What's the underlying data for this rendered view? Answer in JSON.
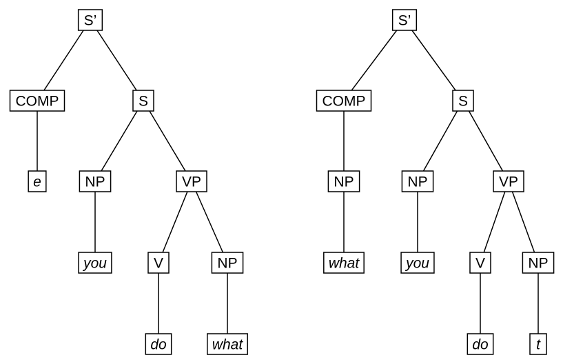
{
  "trees": [
    {
      "nodes": [
        {
          "id": "root",
          "label": "S’",
          "italic": false
        },
        {
          "id": "comp",
          "label": "COMP",
          "italic": false
        },
        {
          "id": "s",
          "label": "S",
          "italic": false
        },
        {
          "id": "e",
          "label": "e",
          "italic": true
        },
        {
          "id": "np-subj",
          "label": "NP",
          "italic": false
        },
        {
          "id": "vp",
          "label": "VP",
          "italic": false
        },
        {
          "id": "you",
          "label": "you",
          "italic": true
        },
        {
          "id": "v",
          "label": "V",
          "italic": false
        },
        {
          "id": "np-obj",
          "label": "NP",
          "italic": false
        },
        {
          "id": "do",
          "label": "do",
          "italic": true
        },
        {
          "id": "what",
          "label": "what",
          "italic": true
        }
      ],
      "edges": [
        [
          "root",
          "comp"
        ],
        [
          "root",
          "s"
        ],
        [
          "comp",
          "e"
        ],
        [
          "s",
          "np-subj"
        ],
        [
          "s",
          "vp"
        ],
        [
          "np-subj",
          "you"
        ],
        [
          "vp",
          "v"
        ],
        [
          "vp",
          "np-obj"
        ],
        [
          "v",
          "do"
        ],
        [
          "np-obj",
          "what"
        ]
      ]
    },
    {
      "nodes": [
        {
          "id": "root",
          "label": "S’",
          "italic": false
        },
        {
          "id": "comp",
          "label": "COMP",
          "italic": false
        },
        {
          "id": "s",
          "label": "S",
          "italic": false
        },
        {
          "id": "np-comp",
          "label": "NP",
          "italic": false
        },
        {
          "id": "what",
          "label": "what",
          "italic": true
        },
        {
          "id": "np-subj",
          "label": "NP",
          "italic": false
        },
        {
          "id": "vp",
          "label": "VP",
          "italic": false
        },
        {
          "id": "you",
          "label": "you",
          "italic": true
        },
        {
          "id": "v",
          "label": "V",
          "italic": false
        },
        {
          "id": "np-obj",
          "label": "NP",
          "italic": false
        },
        {
          "id": "do",
          "label": "do",
          "italic": true
        },
        {
          "id": "t",
          "label": "t",
          "italic": true
        }
      ],
      "edges": [
        [
          "root",
          "comp"
        ],
        [
          "root",
          "s"
        ],
        [
          "comp",
          "np-comp"
        ],
        [
          "np-comp",
          "what"
        ],
        [
          "s",
          "np-subj"
        ],
        [
          "s",
          "vp"
        ],
        [
          "np-subj",
          "you"
        ],
        [
          "vp",
          "v"
        ],
        [
          "vp",
          "np-obj"
        ],
        [
          "v",
          "do"
        ],
        [
          "np-obj",
          "t"
        ]
      ]
    }
  ]
}
